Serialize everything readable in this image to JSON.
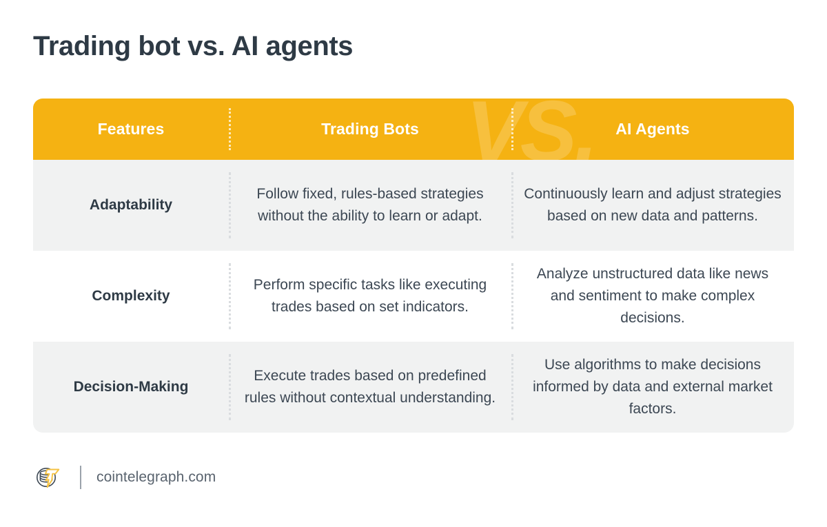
{
  "page": {
    "title": "Trading bot vs. AI agents",
    "background_color": "#ffffff",
    "text_color": "#2e3a45"
  },
  "table": {
    "accent_color": "#f5b212",
    "header_text_color": "#ffffff",
    "shaded_row_color": "#f1f2f2",
    "plain_row_color": "#ffffff",
    "divider_color": "#d9dcdf",
    "watermark": "VS.",
    "columns": [
      {
        "key": "feature",
        "label": "Features"
      },
      {
        "key": "bots",
        "label": "Trading Bots"
      },
      {
        "key": "agents",
        "label": "AI Agents"
      }
    ],
    "rows": [
      {
        "feature": "Adaptability",
        "bots": "Follow fixed, rules-based strategies without the ability to learn or adapt.",
        "agents": "Continuously learn and adjust strategies based on new data and patterns."
      },
      {
        "feature": "Complexity",
        "bots": "Perform specific tasks like executing trades based on set indicators.",
        "agents": "Analyze unstructured data like news and sentiment to make complex decisions."
      },
      {
        "feature": "Decision-Making",
        "bots": "Execute trades based on predefined rules without contextual understanding.",
        "agents": "Use algorithms to make decisions informed by data and external market factors."
      }
    ]
  },
  "footer": {
    "logo_name": "cointelegraph-logo-icon",
    "url": "cointelegraph.com",
    "logo_bolt_color": "#f5c242",
    "logo_coin_color": "#3c4753",
    "separator_color": "#9aa2ab"
  }
}
